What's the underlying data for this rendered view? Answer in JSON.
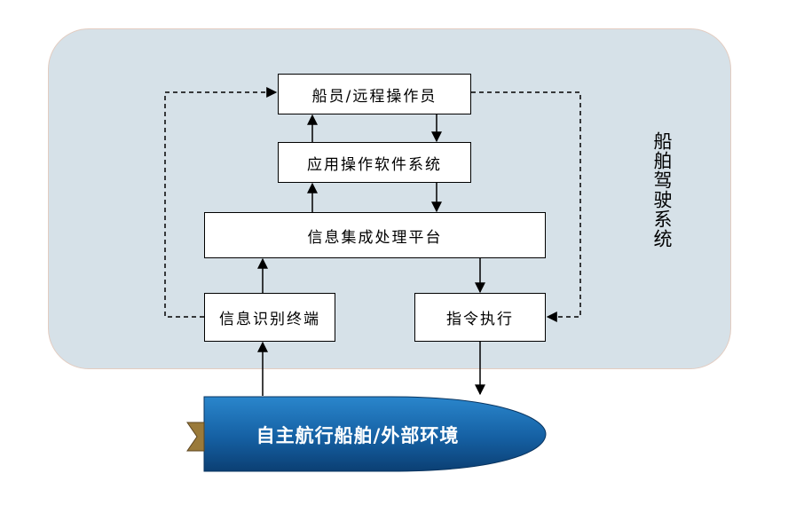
{
  "system_label": "船舶驾驶系统",
  "boxes": {
    "crew": "船员/远程操作员",
    "app_software": "应用操作软件系统",
    "info_platform": "信息集成处理平台",
    "info_terminal": "信息识别终端",
    "command_exec": "指令执行"
  },
  "ship_label": "自主航行船舶/外部环境",
  "colors": {
    "panel_fill": "#d6e1e8",
    "ship_fill_top": "#1f7bc4",
    "ship_fill_bottom": "#0b3f73",
    "stern_fill": "#9a7a3a"
  }
}
